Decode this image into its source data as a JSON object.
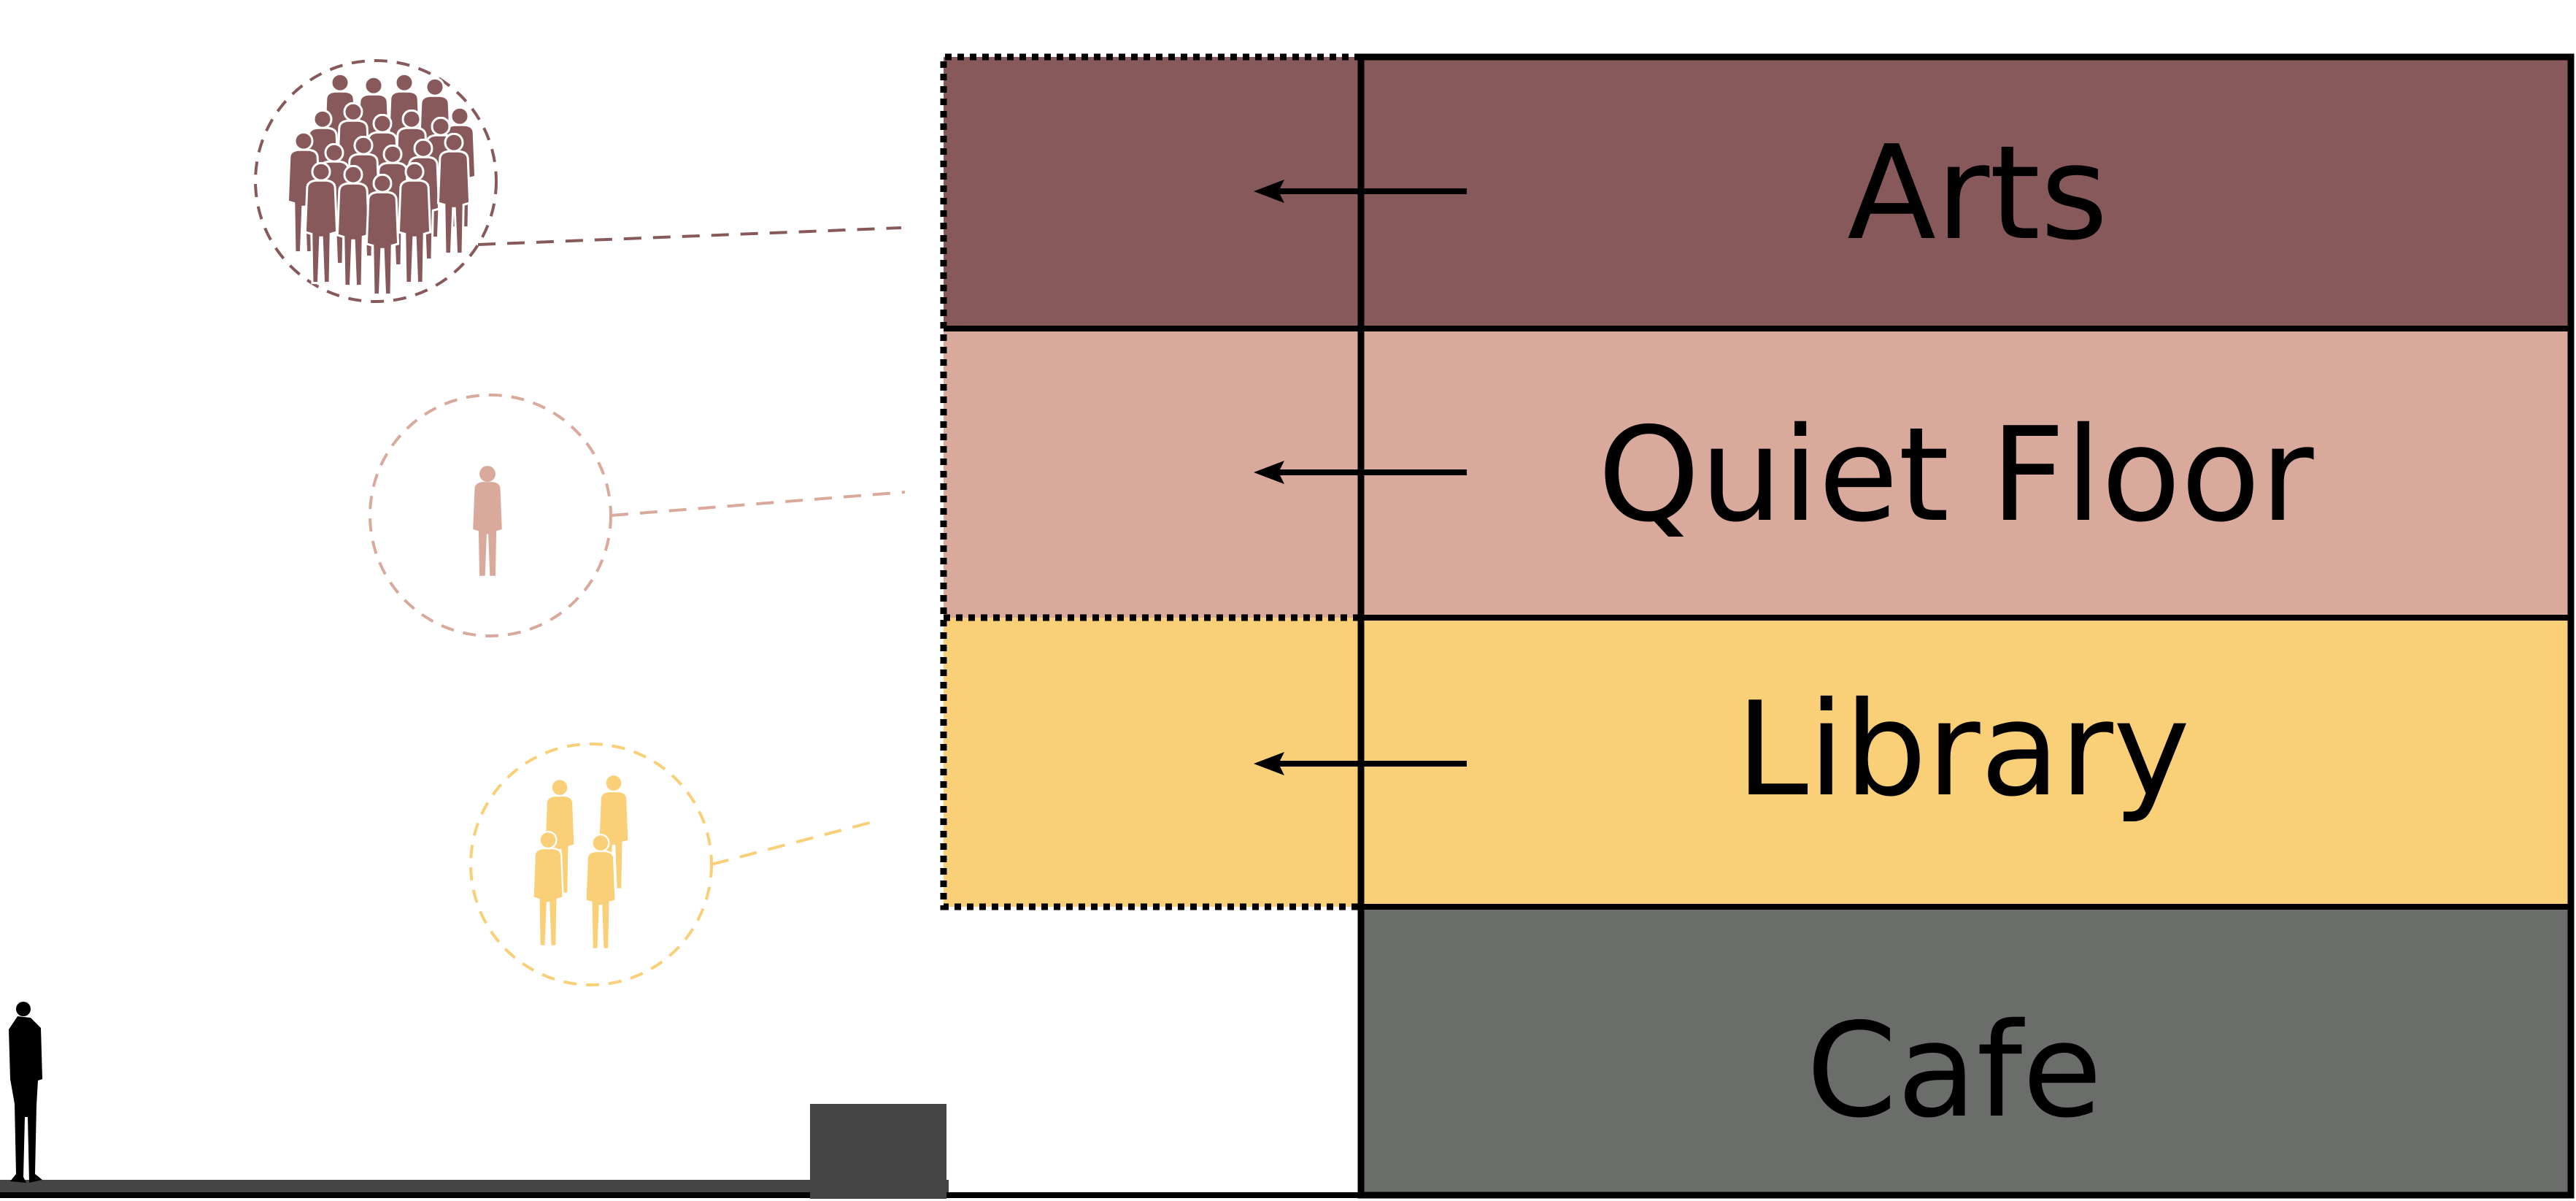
{
  "colors": {
    "arts": "#87595A",
    "quiet_floor": "#D9A99B",
    "library": "#F9CF77",
    "cafe": "#6B6D6B",
    "outline": "#000000",
    "ground": "#454545",
    "background": "#FFFFFF"
  },
  "floors": [
    {
      "label": "Arts",
      "color_key": "arts",
      "extension": true,
      "arrow": "left-arrow-icon"
    },
    {
      "label": "Quiet Floor",
      "color_key": "quiet_floor",
      "extension": true,
      "arrow": "left-arrow-icon"
    },
    {
      "label": "Library",
      "color_key": "library",
      "extension": true,
      "arrow": "left-arrow-icon"
    },
    {
      "label": "Cafe",
      "color_key": "cafe",
      "extension": false
    }
  ],
  "occupancy_bubbles": [
    {
      "floor": "Arts",
      "icon": "crowd-icon",
      "people": 20
    },
    {
      "floor": "Quiet Floor",
      "icon": "single-person-icon",
      "people": 1
    },
    {
      "floor": "Library",
      "icon": "small-group-icon",
      "people": 4
    }
  ],
  "ground_elements": [
    {
      "icon": "standing-person-icon"
    },
    {
      "icon": "block-icon"
    }
  ]
}
